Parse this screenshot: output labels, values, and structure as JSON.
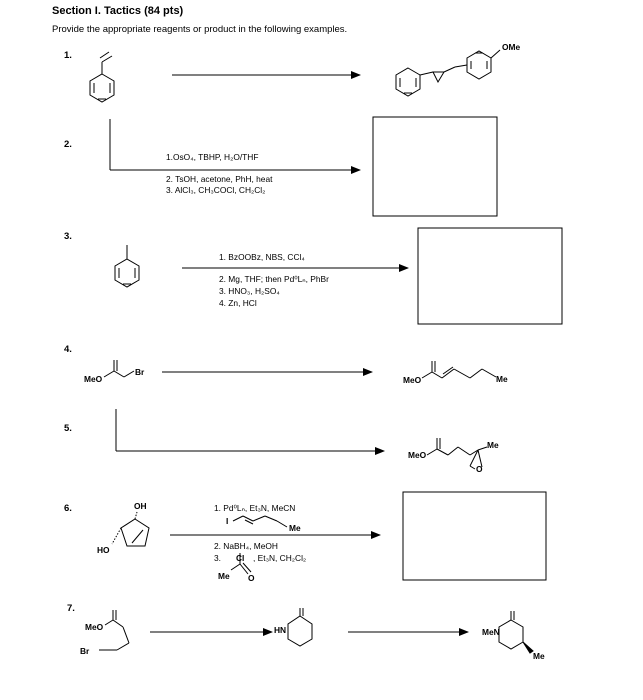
{
  "header": {
    "title": "Section I. Tactics (84 pts)",
    "instructions": "Provide the appropriate reagents or product in the following examples."
  },
  "problems": [
    {
      "number": "1.",
      "substituent": "OMe"
    },
    {
      "number": "2.",
      "conditions": [
        "1.OsO₄, TBHP, H₂O/THF",
        "2. TsOH, acetone, PhH, heat",
        "3. AlCl₃, CH₃COCl, CH₂Cl₂"
      ]
    },
    {
      "number": "3.",
      "conditions": [
        "1. BzOOBz, NBS, CCl₄",
        "2. Mg, THF; then Pd⁰Lₙ, PhBr",
        "3. HNO₃, H₂SO₄",
        "4. Zn, HCl"
      ]
    },
    {
      "number": "4.",
      "sm_labels": [
        "MeO",
        "Br"
      ],
      "product_labels": [
        "MeO",
        "Me"
      ]
    },
    {
      "number": "5.",
      "product_labels": [
        "MeO",
        "Me",
        "O"
      ]
    },
    {
      "number": "6.",
      "sm_labels": [
        "OH",
        "HO"
      ],
      "conditions": [
        "1. Pd⁰Lₙ, Et₃N, MeCN",
        "I",
        "Me",
        "2. NaBH₄, MeOH",
        "3.",
        "Cl",
        ", Et₃N, CH₂Cl₂",
        "Me",
        "O"
      ]
    },
    {
      "number": "7.",
      "sm_labels": [
        "MeO",
        "Br"
      ],
      "intermediate_labels": [
        "HN"
      ],
      "product_labels": [
        "MeN",
        "Me"
      ]
    }
  ]
}
